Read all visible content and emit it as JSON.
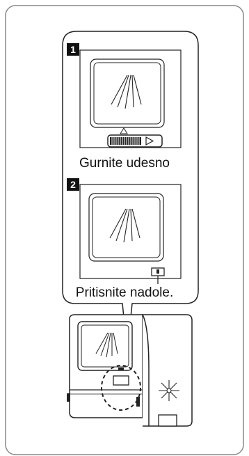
{
  "steps": [
    {
      "number": "1",
      "caption": "Gurnite udesno"
    },
    {
      "number": "2",
      "caption": "Pritisnite nadole."
    }
  ],
  "colors": {
    "line": "#222222",
    "frame": "#888888",
    "background": "#ffffff",
    "badge": "#111111"
  },
  "icons": [
    "spray-icon",
    "slide-latch-icon",
    "push-button-icon",
    "sparkle-icon"
  ]
}
